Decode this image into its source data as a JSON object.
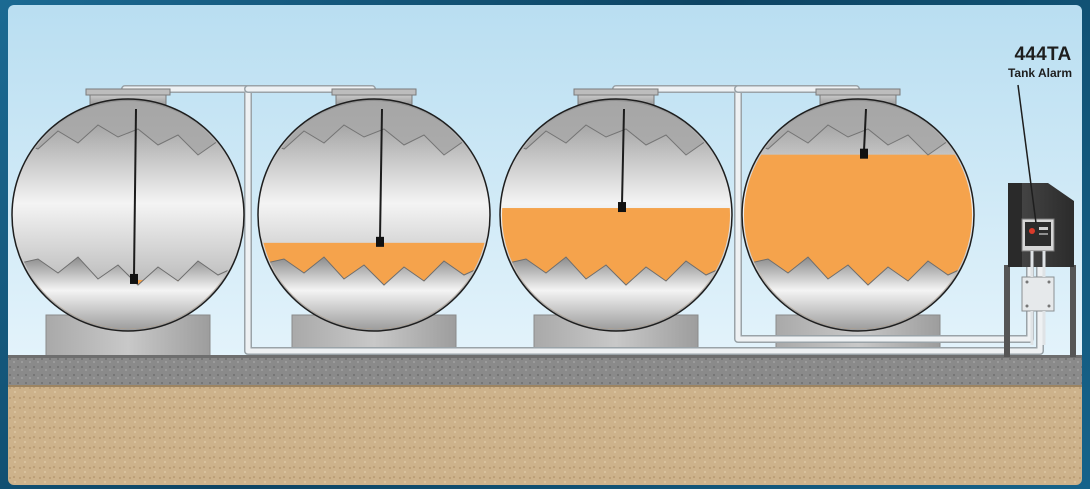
{
  "alarm": {
    "model": "444TA",
    "name": "Tank Alarm"
  },
  "tanks": [
    {
      "id": "tank-1",
      "fill_fraction": 0.22
    },
    {
      "id": "tank-2",
      "fill_fraction": 0.38
    },
    {
      "id": "tank-3",
      "fill_fraction": 0.53
    },
    {
      "id": "tank-4",
      "fill_fraction": 0.76
    }
  ],
  "colors": {
    "sky": "#cde9f6",
    "liquid": "#f5a34c",
    "pipe": "#e9edf0",
    "pad": "#888888",
    "ground": "#cdb28b",
    "frame": "#1a5f86"
  }
}
